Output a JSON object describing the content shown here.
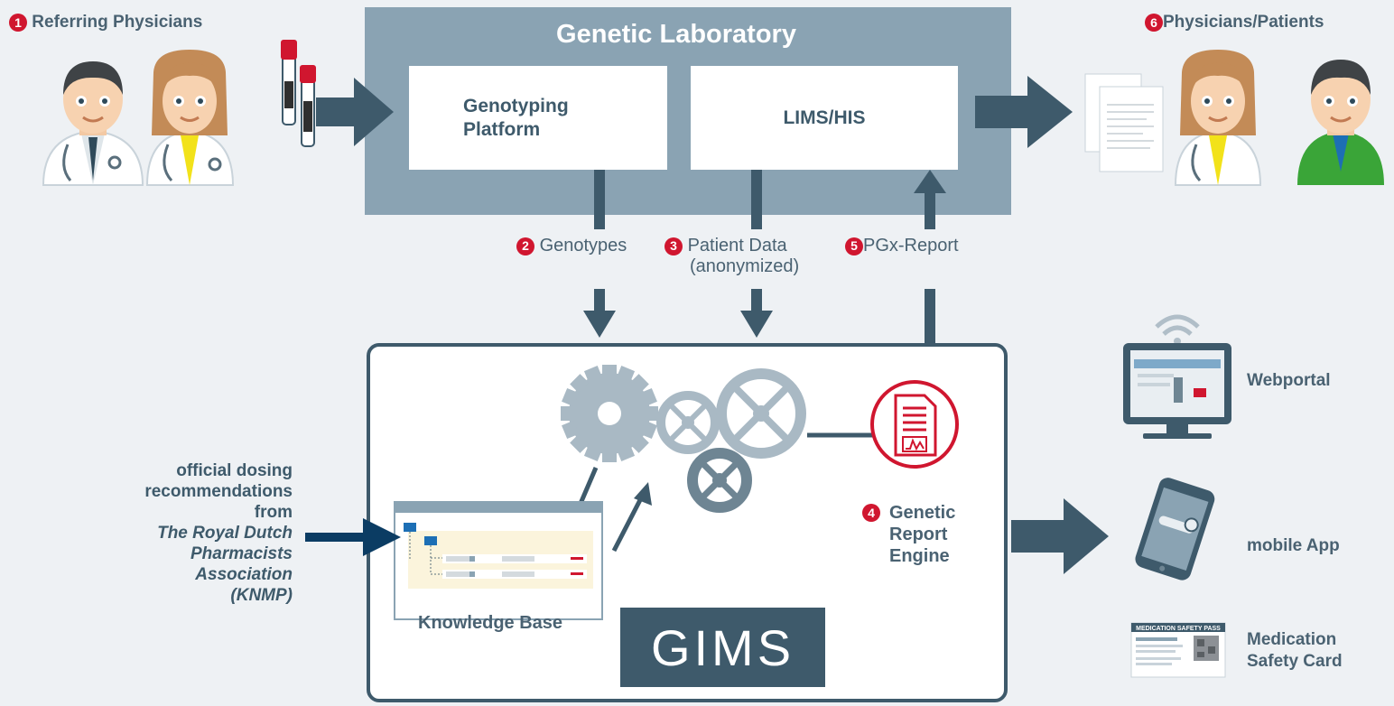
{
  "steps": {
    "s1": {
      "num": "1",
      "label": "Referring Physicians"
    },
    "s2": {
      "num": "2",
      "label": "Genotypes"
    },
    "s3": {
      "num": "3",
      "label": "Patient Data",
      "sub": "(anonymized)"
    },
    "s4": {
      "num": "4",
      "label_lines": [
        "Genetic",
        "Report",
        "Engine"
      ]
    },
    "s5": {
      "num": "5",
      "label": "PGx-Report"
    },
    "s6": {
      "num": "6",
      "label": "Physicians/Patients"
    }
  },
  "lab": {
    "title": "Genetic Laboratory",
    "genotyping": [
      "Genotyping",
      "Platform"
    ],
    "lims": "LIMS/HIS"
  },
  "gims": {
    "label": "GIMS",
    "knowledge_base": "Knowledge Base"
  },
  "source": {
    "lines": [
      "official dosing",
      "recommendations",
      "from"
    ],
    "org_lines": [
      "The Royal Dutch",
      "Pharmacists",
      "Association",
      "(KNMP)"
    ]
  },
  "outputs": {
    "webportal": "Webportal",
    "mobile_app": "mobile App",
    "safety_card": [
      "Medication",
      "Safety Card"
    ],
    "card_header": "MEDICATION SAFETY PASS"
  },
  "colors": {
    "slate": "#3e5a6b",
    "panel": "#8aa3b3",
    "red": "#d0162f",
    "gear": "#a9b9c4",
    "navy": "#0b3c63"
  }
}
